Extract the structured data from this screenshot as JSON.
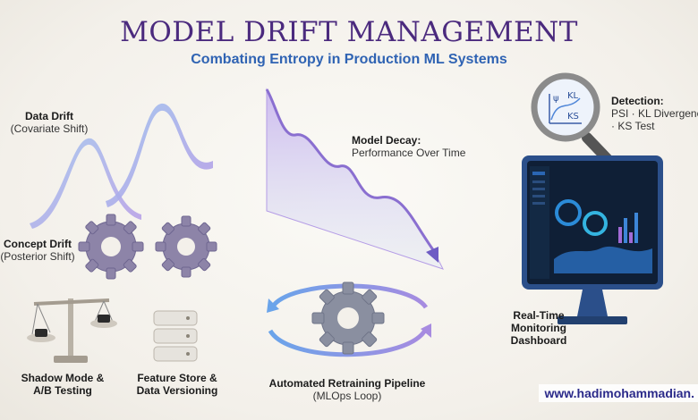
{
  "header": {
    "title": "MODEL DRIFT MANAGEMENT",
    "subtitle": "Combating Entropy in Production ML Systems"
  },
  "data_drift": {
    "title": "Data Drift",
    "subtitle": "(Covariate Shift)"
  },
  "concept_drift": {
    "title": "Concept Drift",
    "subtitle": "(Posterior Shift)"
  },
  "model_decay": {
    "title": "Model Decay:",
    "subtitle": "Performance Over Time"
  },
  "detection": {
    "title": "Detection:",
    "line1": "PSI · KL Divergence",
    "line2": "· KS Test",
    "glass_labels": [
      "ψ",
      "KL",
      "KS"
    ]
  },
  "monitoring": {
    "line1": "Real-Time",
    "line2": "Monitoring",
    "line3": "Dashboard"
  },
  "shadow": {
    "line1": "Shadow Mode &",
    "line2": "A/B Testing"
  },
  "feature_store": {
    "line1": "Feature Store &",
    "line2": "Data Versioning"
  },
  "retraining": {
    "title": "Automated Retraining Pipeline",
    "subtitle": "(MLOps Loop)"
  },
  "watermark": {
    "url": "www.hadimohammadian."
  },
  "colors": {
    "title": "#4b2a7e",
    "subtitle": "#2f63b3",
    "accent_purple": "#8a6fd0",
    "accent_blue": "#4f86d8",
    "screen": "#0f1f36"
  }
}
